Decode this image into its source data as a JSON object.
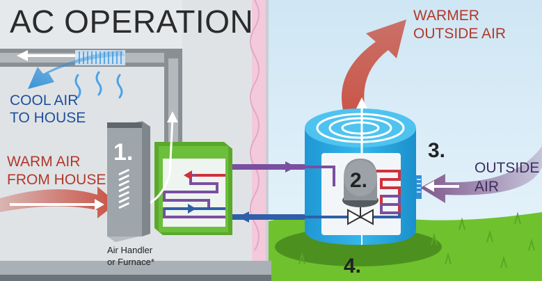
{
  "title": "AC OPERATION",
  "labels": {
    "cool_air": [
      "COOL AIR",
      "TO HOUSE"
    ],
    "warm_air": [
      "WARM AIR",
      "FROM HOUSE"
    ],
    "air_handler": [
      "Air Handler",
      "or Furnace*"
    ],
    "warmer_outside_air": [
      "WARMER",
      "OUTSIDE AIR"
    ],
    "outside_air": [
      "OUTSIDE",
      "AIR"
    ]
  },
  "steps": [
    "1.",
    "2.",
    "3.",
    "4."
  ],
  "colors": {
    "house_interior": "#dfe3e6",
    "wall_insulation": "#f3c9dc",
    "sky": "#d9edf7",
    "grass": "#6fc22e",
    "duct": "#8a8f94",
    "cool_air": "#2f8fd8",
    "warm_air": "#c8493a",
    "outside_air": "#7b4f86",
    "condenser_body": "#2aa9e0",
    "coil_green": "#6cbf3a",
    "refrigerant_purple": "#7a4fa0",
    "refrigerant_blue": "#2f5fa8",
    "refrigerant_red": "#d1303a"
  }
}
